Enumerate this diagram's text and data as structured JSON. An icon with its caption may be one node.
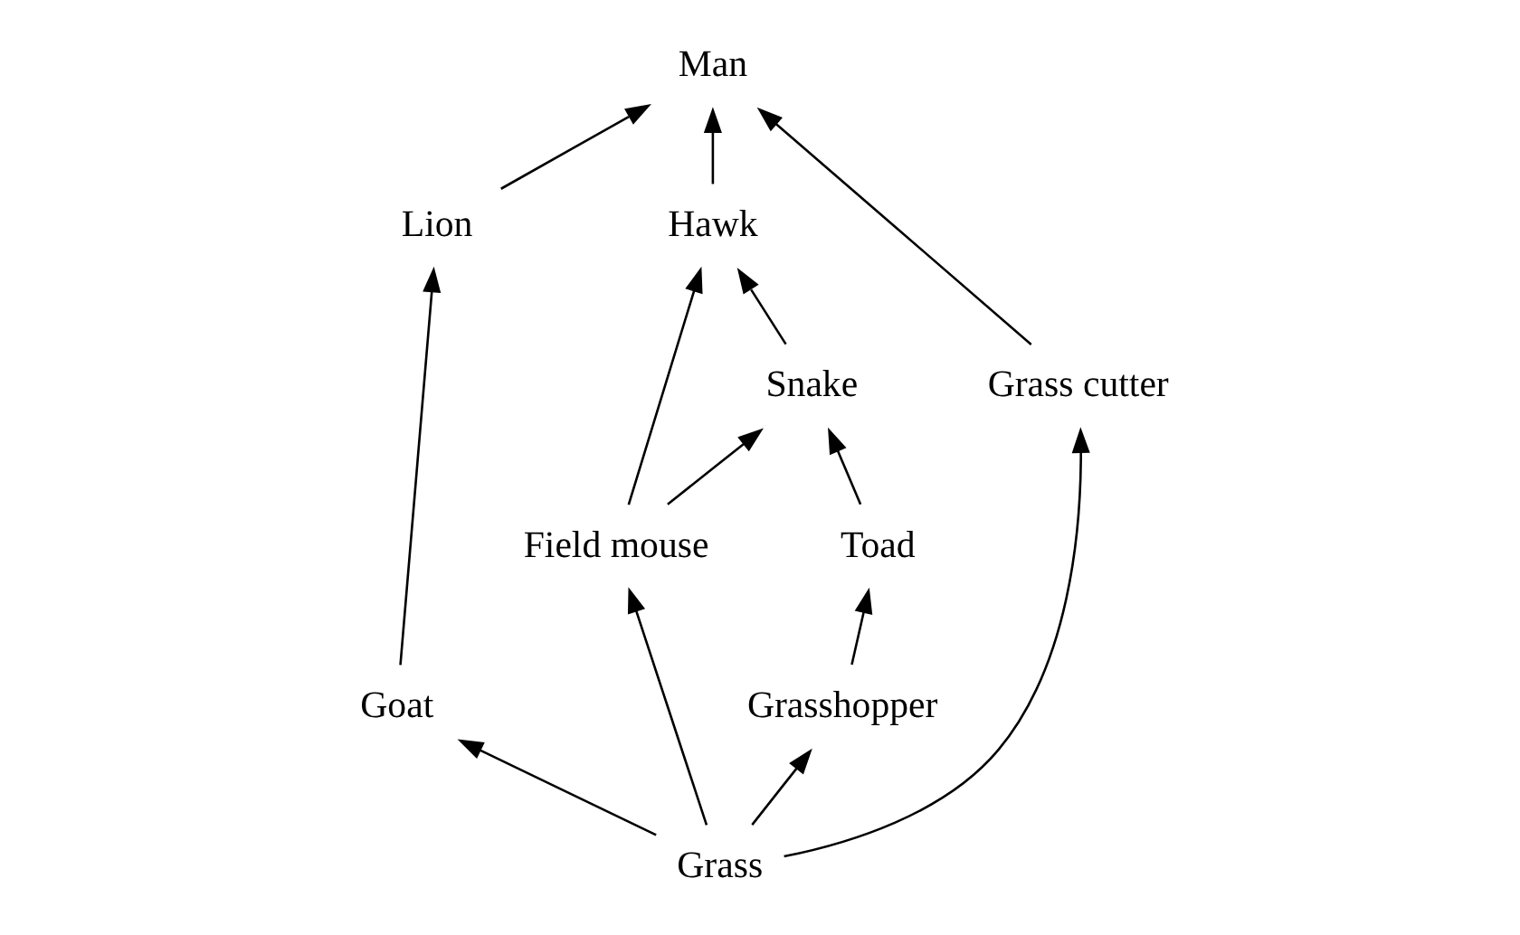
{
  "diagram": {
    "nodes": [
      {
        "text": [
          "Snake"
        ]
      },
      {
        "text": [
          "Hawk"
        ]
      },
      {
        "text": [
          "Man"
        ]
      },
      {
        "text": [
          "Toad"
        ]
      },
      {
        "text": [
          "Lion"
        ]
      },
      {
        "text": [
          "Field mouse"
        ]
      },
      {
        "text": [
          "Goat"
        ]
      },
      {
        "text": [
          "Grass cutter"
        ]
      },
      {
        "text": [
          "Grasshopper"
        ]
      },
      {
        "text": [
          "Grass"
        ]
      }
    ],
    "edges": [
      {
        "from": 3,
        "to": 0,
        "arrow": "to"
      },
      {
        "from": 0,
        "to": 1,
        "arrow": "to"
      },
      {
        "from": 1,
        "to": 2,
        "arrow": "to"
      },
      {
        "from": 5,
        "to": 0,
        "arrow": "to"
      },
      {
        "from": 5,
        "to": 1,
        "arrow": "to"
      },
      {
        "from": 4,
        "to": 2,
        "arrow": "to"
      },
      {
        "from": 6,
        "to": 4,
        "arrow": "to"
      },
      {
        "from": 7,
        "to": 2,
        "arrow": "to"
      },
      {
        "from": 8,
        "to": 3,
        "arrow": "to"
      },
      {
        "from": 9,
        "to": 8,
        "arrow": "to"
      },
      {
        "from": 9,
        "to": 5,
        "arrow": "to"
      },
      {
        "from": 9,
        "to": 6,
        "arrow": "to"
      },
      {
        "from": 9,
        "to": 7,
        "arrow": "to"
      }
    ]
  }
}
